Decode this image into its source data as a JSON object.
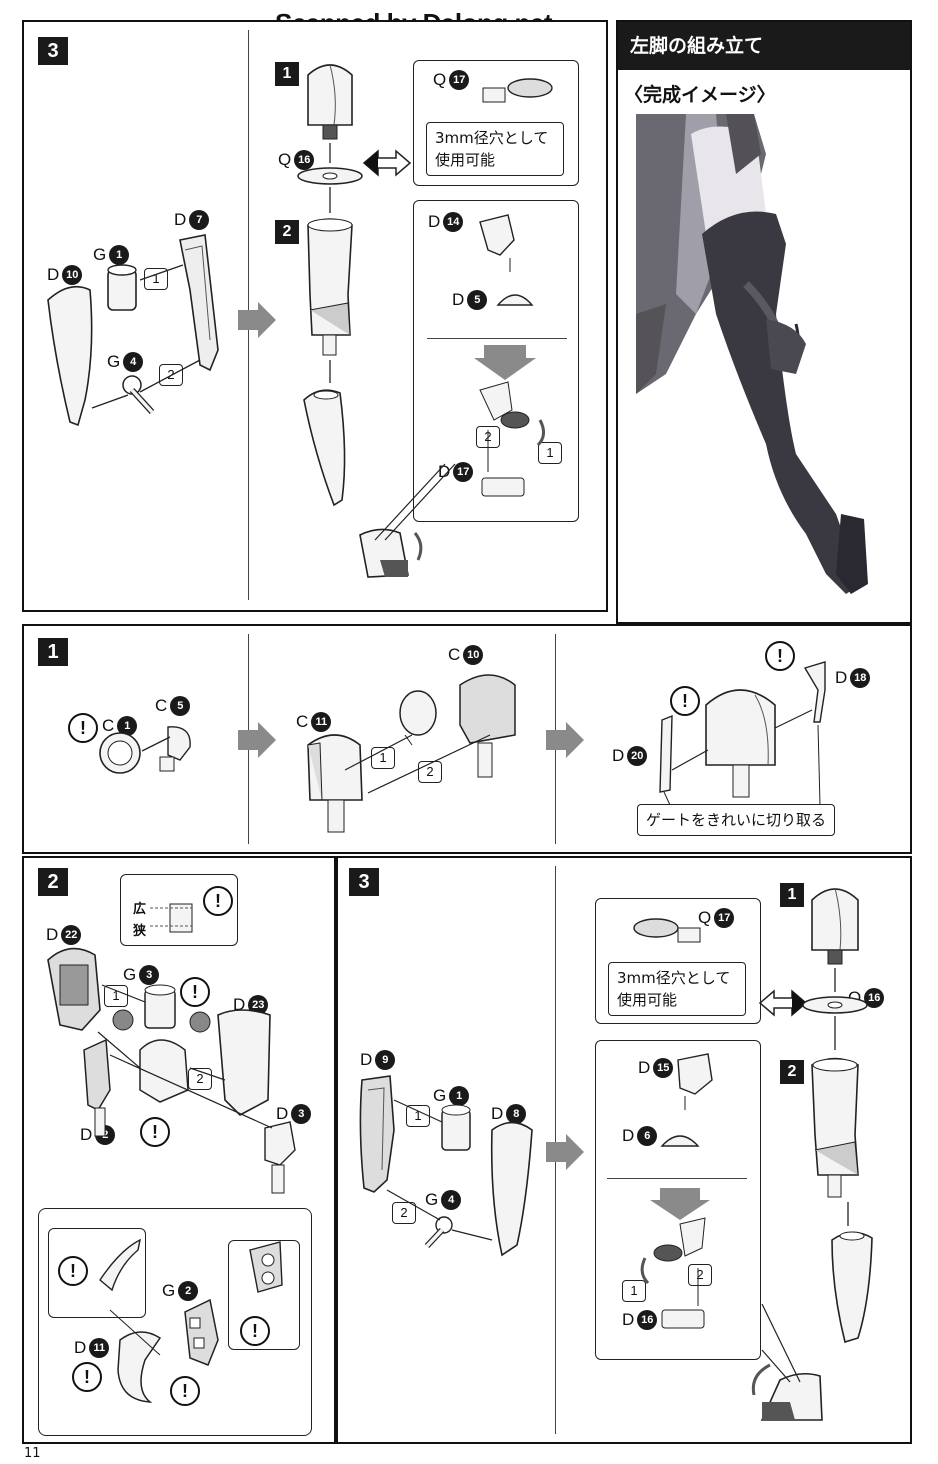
{
  "watermark": "Scanned by Dalong.net",
  "page_number": "11",
  "left_leg": {
    "header": "左脚の組み立て",
    "subheader": "〈完成イメージ〉"
  },
  "top_section": {
    "step": "3",
    "sub1": "1",
    "sub2": "2",
    "note": "3mm径穴として\n使用可能",
    "labels": {
      "q17": {
        "l": "Q",
        "n": "17"
      },
      "q16": {
        "l": "Q",
        "n": "16"
      },
      "d7": {
        "l": "D",
        "n": "7"
      },
      "g1": {
        "l": "G",
        "n": "1"
      },
      "d10": {
        "l": "D",
        "n": "10"
      },
      "g4": {
        "l": "G",
        "n": "4"
      },
      "d14": {
        "l": "D",
        "n": "14"
      },
      "d5": {
        "l": "D",
        "n": "5"
      },
      "d17": {
        "l": "D",
        "n": "17"
      }
    }
  },
  "mid_section": {
    "step": "1",
    "gate_note": "ゲートをきれいに切り取る",
    "labels": {
      "c1": {
        "l": "C",
        "n": "1"
      },
      "c5": {
        "l": "C",
        "n": "5"
      },
      "c11": {
        "l": "C",
        "n": "11"
      },
      "c10": {
        "l": "C",
        "n": "10"
      },
      "d18": {
        "l": "D",
        "n": "18"
      },
      "d20": {
        "l": "D",
        "n": "20"
      }
    }
  },
  "bottom_left": {
    "step": "2",
    "wide": "広",
    "narrow": "狭",
    "labels": {
      "d22": {
        "l": "D",
        "n": "22"
      },
      "g3": {
        "l": "G",
        "n": "3"
      },
      "d23": {
        "l": "D",
        "n": "23"
      },
      "d2": {
        "l": "D",
        "n": "2"
      },
      "d3": {
        "l": "D",
        "n": "3"
      },
      "g2": {
        "l": "G",
        "n": "2"
      },
      "d11": {
        "l": "D",
        "n": "11"
      }
    }
  },
  "bottom_right": {
    "step": "3",
    "sub1": "1",
    "sub2": "2",
    "note": "3mm径穴として\n使用可能",
    "labels": {
      "d9": {
        "l": "D",
        "n": "9"
      },
      "g1": {
        "l": "G",
        "n": "1"
      },
      "d8": {
        "l": "D",
        "n": "8"
      },
      "g4": {
        "l": "G",
        "n": "4"
      },
      "q17": {
        "l": "Q",
        "n": "17"
      },
      "q16": {
        "l": "Q",
        "n": "16"
      },
      "d15": {
        "l": "D",
        "n": "15"
      },
      "d6": {
        "l": "D",
        "n": "6"
      },
      "d16": {
        "l": "D",
        "n": "16"
      }
    }
  },
  "seq": {
    "one": "1",
    "two": "2",
    "excl": "!"
  },
  "colors": {
    "ink": "#111111",
    "legDark": "#3a3840",
    "arrow": "#8a8a8a"
  }
}
